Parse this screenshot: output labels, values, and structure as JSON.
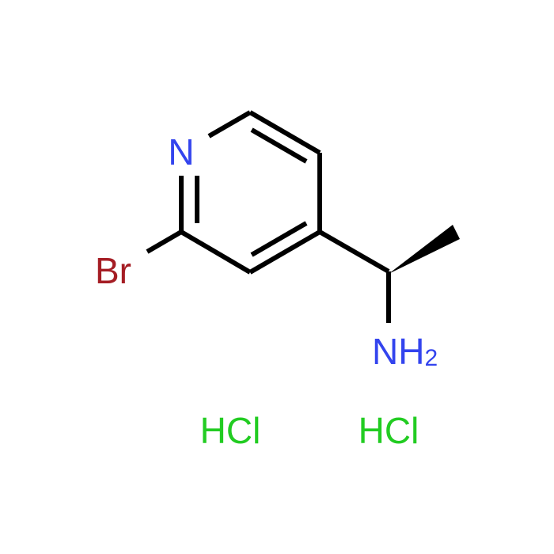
{
  "molecule": {
    "atoms": {
      "nitrogen_ring": {
        "text": "N",
        "color": "#3344ee"
      },
      "bromine": {
        "text": "Br",
        "color": "#a51d24"
      },
      "amine": {
        "text": "NH",
        "subscript": "2",
        "color": "#3344ee"
      }
    },
    "salts": [
      {
        "text": "HCl",
        "color": "#22cc22"
      },
      {
        "text": "HCl",
        "color": "#22cc22"
      }
    ],
    "bond_color": "#000000"
  }
}
